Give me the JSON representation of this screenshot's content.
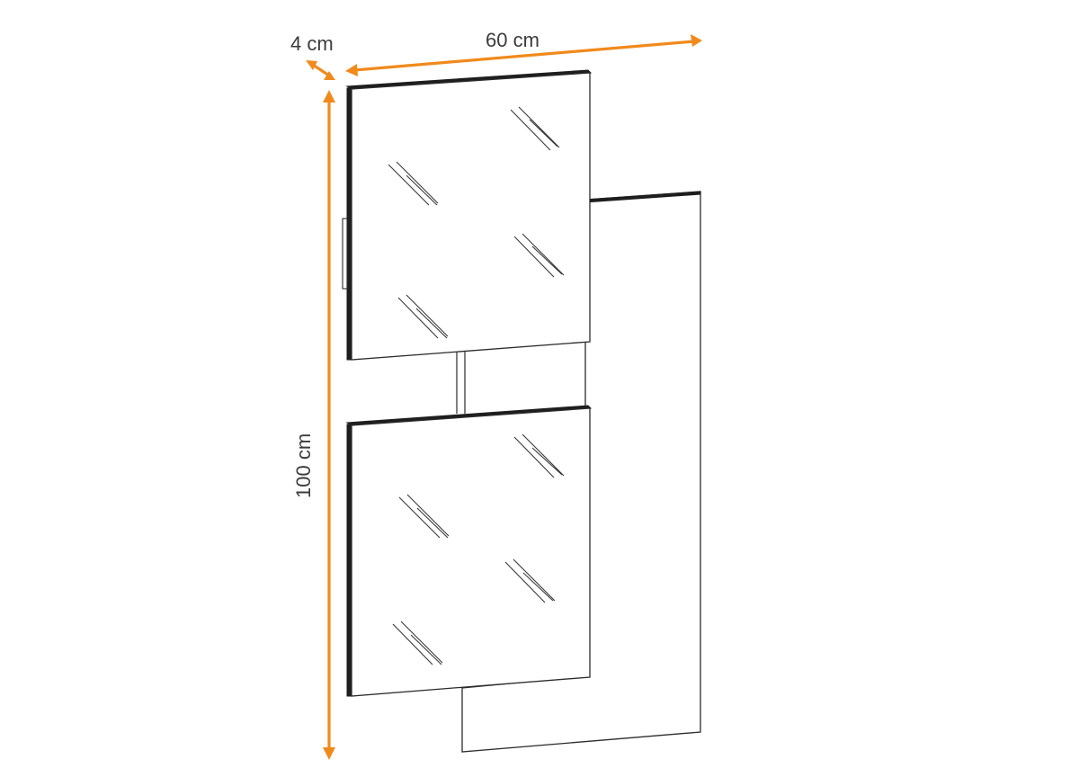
{
  "dimensions": {
    "depth": "4 cm",
    "width": "60 cm",
    "height": "100 cm"
  },
  "colors": {
    "dimension_accent": "#f08a1c",
    "line": "#2b2b2b",
    "background": "#ffffff"
  },
  "objects": [
    "back-panel",
    "upper-mirror",
    "lower-mirror",
    "connector-rail",
    "side-bracket"
  ]
}
